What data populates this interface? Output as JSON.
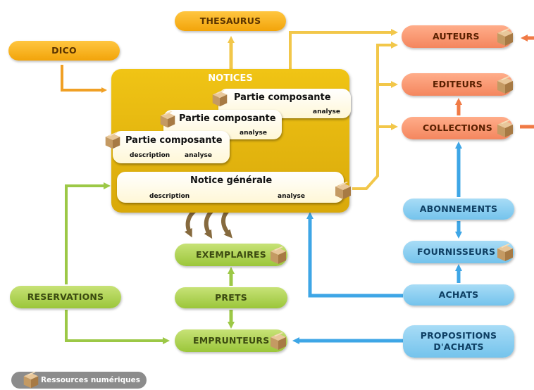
{
  "nodes": {
    "thesaurus": "THESAURUS",
    "dico": "DICO",
    "notices": "NOTICES",
    "auteurs": "AUTEURS",
    "editeurs": "EDITEURS",
    "collections": "COLLECTIONS",
    "abonnements": "ABONNEMENTS",
    "fournisseurs": "FOURNISSEURS",
    "achats": "ACHATS",
    "propositions_line1": "PROPOSITIONS",
    "propositions_line2": "D'ACHATS",
    "exemplaires": "EXEMPLAIRES",
    "prets": "PRETS",
    "reservations": "RESERVATIONS",
    "emprunteurs": "EMPRUNTEURS"
  },
  "notice_cards": {
    "part1_title": "Partie composante",
    "part1_analyse": "analyse",
    "part2_title": "Partie composante",
    "part2_analyse": "analyse",
    "part3_title": "Partie composante",
    "part3_description": "description",
    "part3_analyse": "analyse",
    "general_title": "Notice générale",
    "general_description": "description",
    "general_analyse": "analyse"
  },
  "legend": {
    "label": "Ressources numériques",
    "icon": "cardboard-box-icon"
  },
  "colors": {
    "orange": "#f2a40a",
    "salmon": "#f4865e",
    "green": "#9bc63a",
    "blue": "#4aa9e8",
    "notices_yellow": "#e2b40e",
    "brown_arrow": "#7a5a2a"
  }
}
